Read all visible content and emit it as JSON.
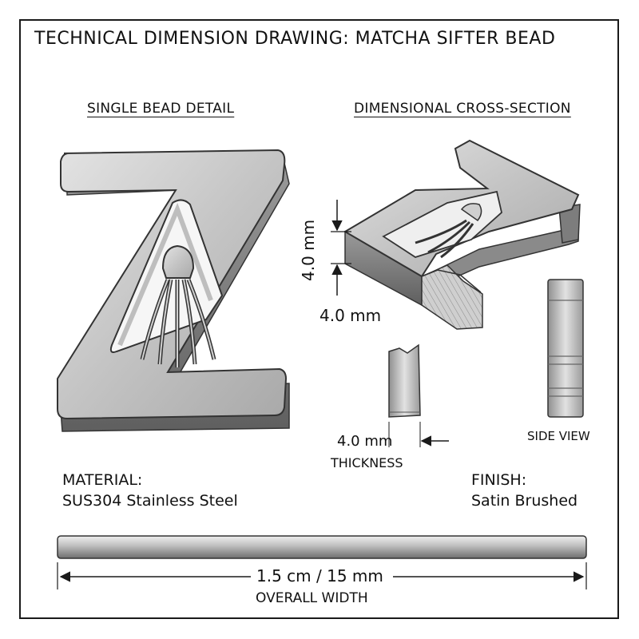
{
  "title": "TECHNICAL DIMENSION DRAWING: MATCHA SIFTER BEAD",
  "sections": {
    "left_title": "SINGLE BEAD DETAIL",
    "right_title": "DIMENSIONAL CROSS-SECTION"
  },
  "dimensions": {
    "height_vertical": "4.0 mm",
    "height_horizontal": "4.0 mm",
    "thickness_value": "4.0 mm",
    "thickness_label": "THICKNESS",
    "side_view_label": "SIDE VIEW",
    "overall_width_value": "1.5 cm / 15 mm",
    "overall_width_label": "OVERALL WIDTH"
  },
  "specs": {
    "material_label": "MATERIAL:",
    "material_value": "SUS304 Stainless Steel",
    "finish_label": "FINISH:",
    "finish_value": "Satin Brushed"
  },
  "colors": {
    "steel_light": "#d9d9d9",
    "steel_mid": "#b3b3b3",
    "steel_dark": "#7a7a7a",
    "line": "#1a1a1a"
  }
}
